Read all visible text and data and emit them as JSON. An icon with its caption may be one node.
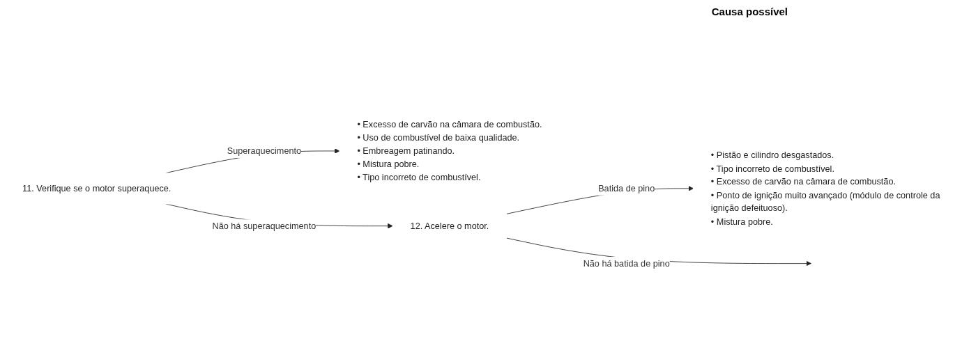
{
  "diagram": {
    "nodes": [
      {
        "text": [
          "11. Verifique se o motor superaquece."
        ]
      },
      {
        "text": [
          "• Excesso de carvão na câmara de combustão.",
          "• Uso de combustível de baixa qualidade.",
          "• Embreagem patinando.",
          "• Mistura pobre.",
          "• Tipo incorreto de combustível."
        ]
      },
      {
        "text": [
          "12. Acelere o motor."
        ]
      },
      {
        "text": [
          "• Pistão e cilindro desgastados.",
          "• Tipo incorreto de combustível.",
          "• Excesso de carvão na câmara de combustão.",
          "• Ponto de ignição muito avançado (módulo de controle da ignição defeituoso).",
          "• Mistura pobre."
        ]
      }
    ],
    "edges": [
      {
        "from": 0,
        "to": 1,
        "arrow": "to",
        "label": "Superaquecimento"
      },
      {
        "from": 0,
        "to": 2,
        "arrow": "to",
        "label": "Não há superaquecimento"
      },
      {
        "from": 2,
        "to": 3,
        "arrow": "to",
        "label": "Batida de pino"
      },
      {
        "from": 2,
        "to": null,
        "arrow": "to",
        "label": "Não há batida de pino"
      }
    ],
    "labels": [
      "Causa possível"
    ]
  }
}
